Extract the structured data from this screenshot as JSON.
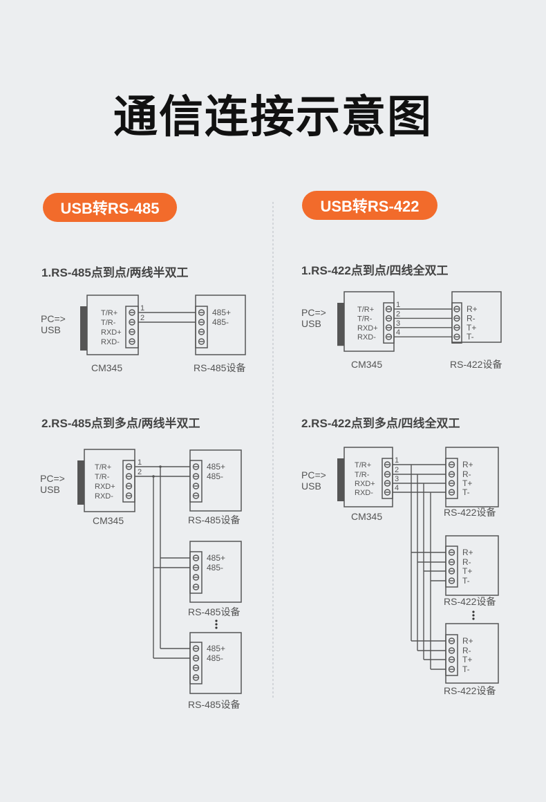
{
  "title": "通信连接示意图",
  "colors": {
    "accent": "#f26b2b",
    "line": "#555555",
    "usb": "#555555"
  },
  "left": {
    "pill": "USB转RS-485",
    "section1": "1.RS-485点到点/两线半双工",
    "section2": "2.RS-485点到多点/两线半双工",
    "device_label": "RS-485设备",
    "device_pins": [
      "485+",
      "485-"
    ]
  },
  "right": {
    "pill": "USB转RS-422",
    "section1": "1.RS-422点到点/四线全双工",
    "section2": "2.RS-422点到多点/四线全双工",
    "device_label": "RS-422设备",
    "device_pins": [
      "R+",
      "R-",
      "T+",
      "T-"
    ]
  },
  "converter": {
    "name": "CM345",
    "pc_label": [
      "PC=>",
      "USB"
    ],
    "pins": [
      "T/R+",
      "T/R-",
      "RXD+",
      "RXD-"
    ]
  },
  "wire_numbers": [
    "1",
    "2",
    "3",
    "4"
  ],
  "ellipsis": "⋮"
}
